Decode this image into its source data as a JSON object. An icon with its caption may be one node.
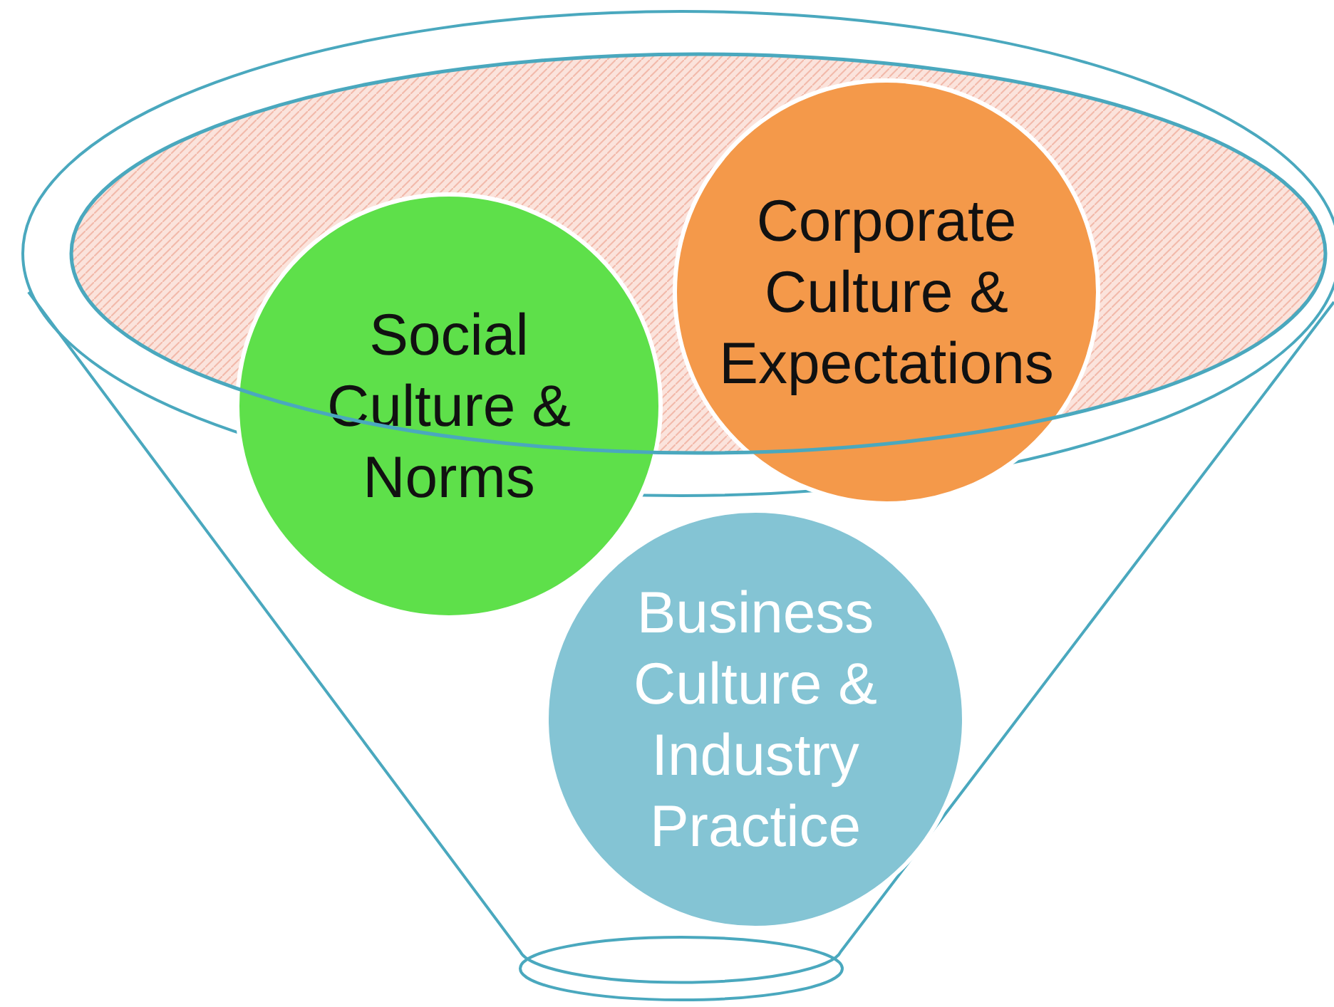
{
  "diagram": {
    "nodes": [
      {
        "text": [
          "Social Culture & Norms"
        ]
      },
      {
        "text": [
          "Corporate Culture & Expectations"
        ]
      },
      {
        "text": [
          "Business Culture & Industry Practice"
        ]
      }
    ]
  }
}
